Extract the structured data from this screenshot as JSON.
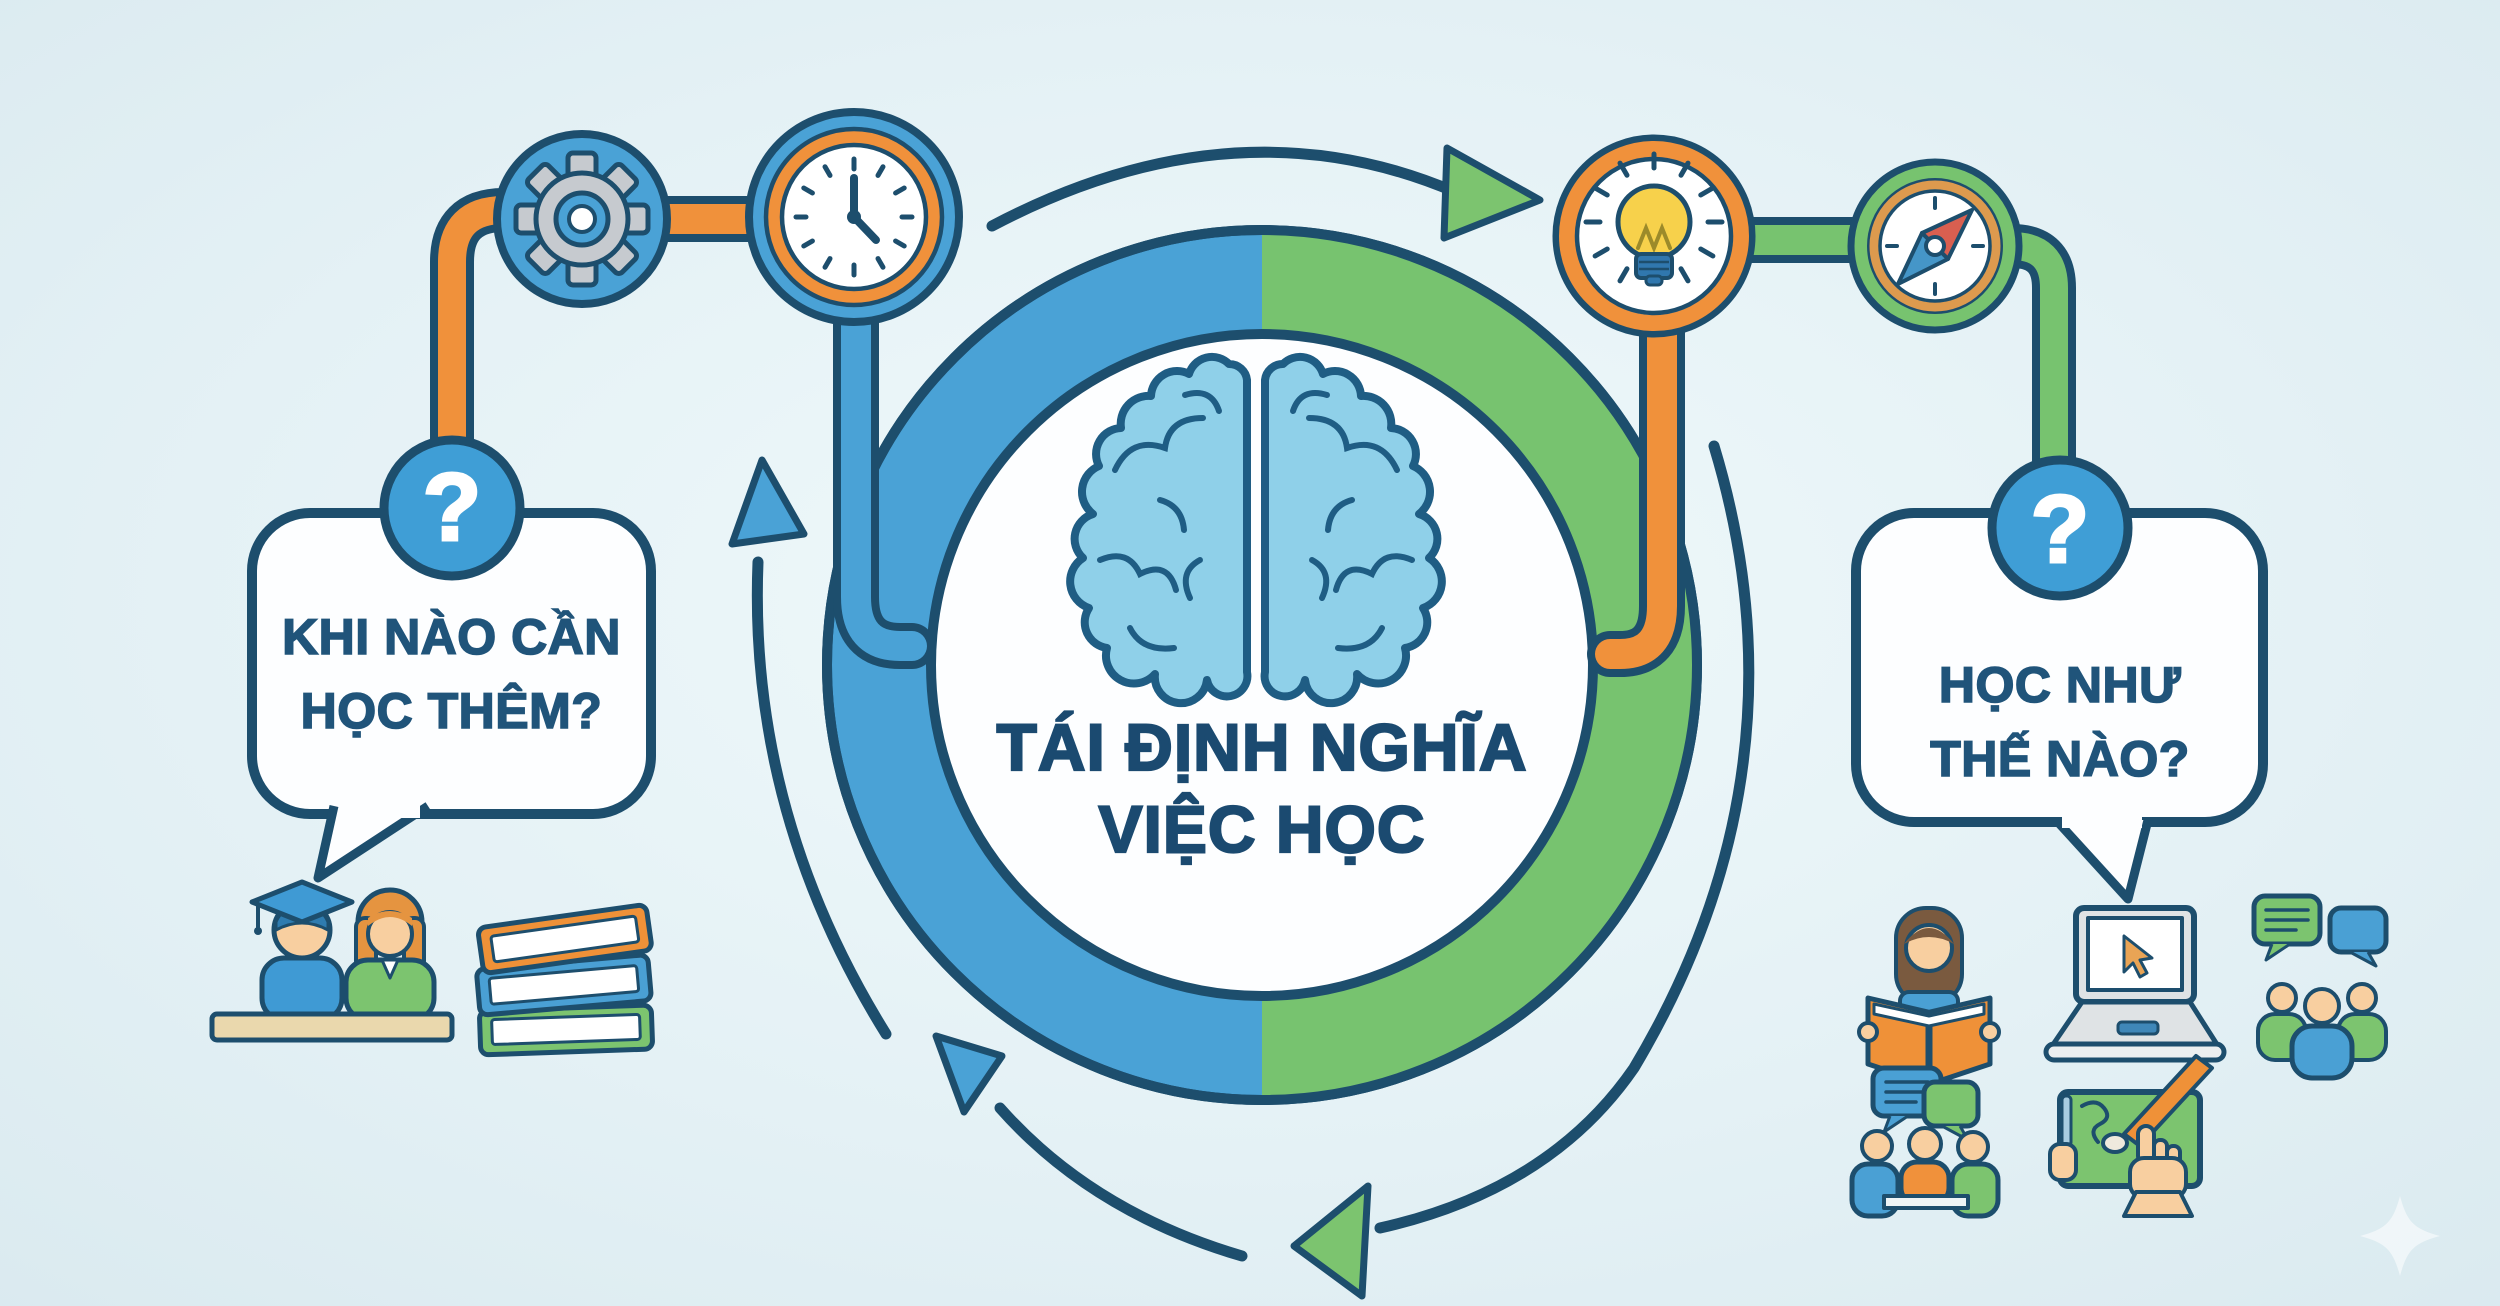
{
  "palette": {
    "background": "#e3f1f5",
    "outline_navy": "#1d4e6d",
    "text_navy": "#1b4a70",
    "blue": "#4aa2d6",
    "green": "#77c36f",
    "orange": "#f0913b",
    "yellow": "#f7d14b",
    "skin": "#f8cfa0",
    "gray": "#c6cacf",
    "white": "#ffffff"
  },
  "center_circle": {
    "icon": "brain-icon",
    "title_line1": "TÁI ĐỊNH NGHĨA",
    "title_line2": "VIỆC HỌC",
    "ring_left_color": "#4aa2d6",
    "ring_right_color": "#77c36f"
  },
  "left_branch": {
    "question_mark": "?",
    "bubble_line1": "KHI NÀO CẦN",
    "bubble_line2": "HỌC THÊM?",
    "node_icons": [
      "gear-icon",
      "clock-icon"
    ],
    "detail_icons": [
      "student-teacher-icon",
      "books-icon"
    ]
  },
  "right_branch": {
    "question_mark": "?",
    "bubble_line1": "HỌC NHƯ",
    "bubble_line2": "THẾ NÀO?",
    "node_icons": [
      "lightbulb-icon",
      "compass-icon"
    ],
    "detail_icons": [
      "reading-person-icon",
      "laptop-icon",
      "group-chat-icon",
      "discussion-icon",
      "whiteboard-icon"
    ]
  },
  "clock": {
    "time": "5:00"
  },
  "icons": {
    "gear-icon": "gear wheel in blue circle",
    "clock-icon": "clock face in blue/orange ring",
    "lightbulb-icon": "glowing light bulb in orange ring",
    "compass-icon": "compass with red-blue needle in green ring",
    "question-badge-icon": "white question mark in blue circle",
    "brain-icon": "two-hemisphere brain",
    "student-teacher-icon": "graduate student and teacher at desk",
    "books-icon": "stack of three books",
    "reading-person-icon": "woman reading an open orange book",
    "laptop-icon": "laptop with cursor arrow on screen",
    "group-chat-icon": "three people under two speech bubbles",
    "discussion-icon": "three people at a table with speech bubbles",
    "whiteboard-icon": "hands drawing on a green board with a brush",
    "cycle-arrow-icon": "curved clockwise cycle arrows",
    "sparkle-icon": "faint four-point sparkle watermark"
  }
}
